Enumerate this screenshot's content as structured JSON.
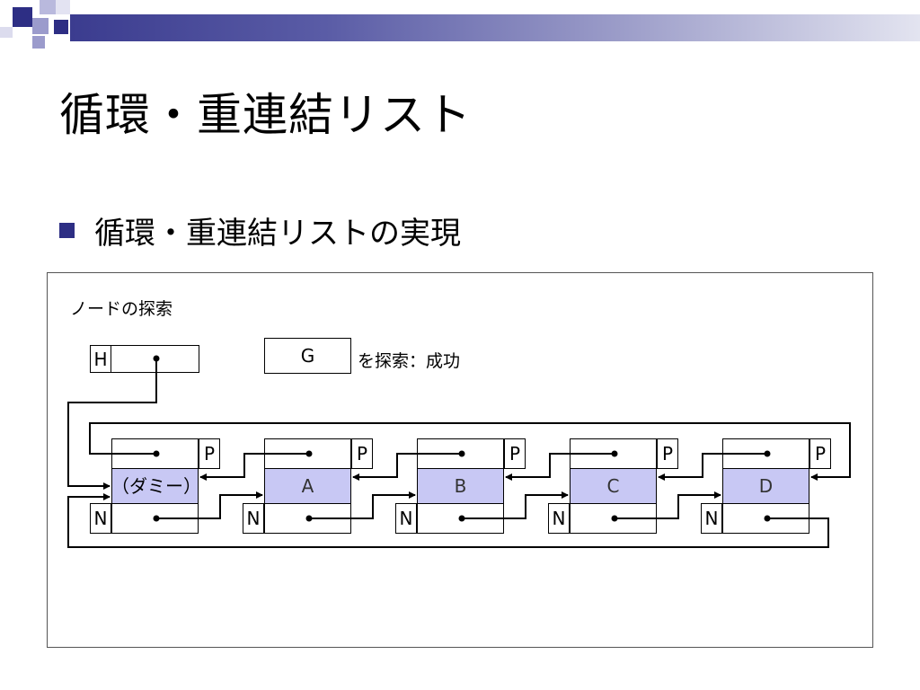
{
  "slide": {
    "title": "循環・重連結リスト",
    "bullet": "循環・重連結リストの実現"
  },
  "diagram": {
    "caption": "ノードの探索",
    "head_label": "H",
    "search_key": "G",
    "search_note": "を探索：成功",
    "prev_label": "P",
    "next_label": "N",
    "nodes": [
      "（ダミー）",
      "A",
      "B",
      "C",
      "D"
    ]
  },
  "colors": {
    "accent": "#2d2e84",
    "node_fill": "#c8c8f4"
  }
}
